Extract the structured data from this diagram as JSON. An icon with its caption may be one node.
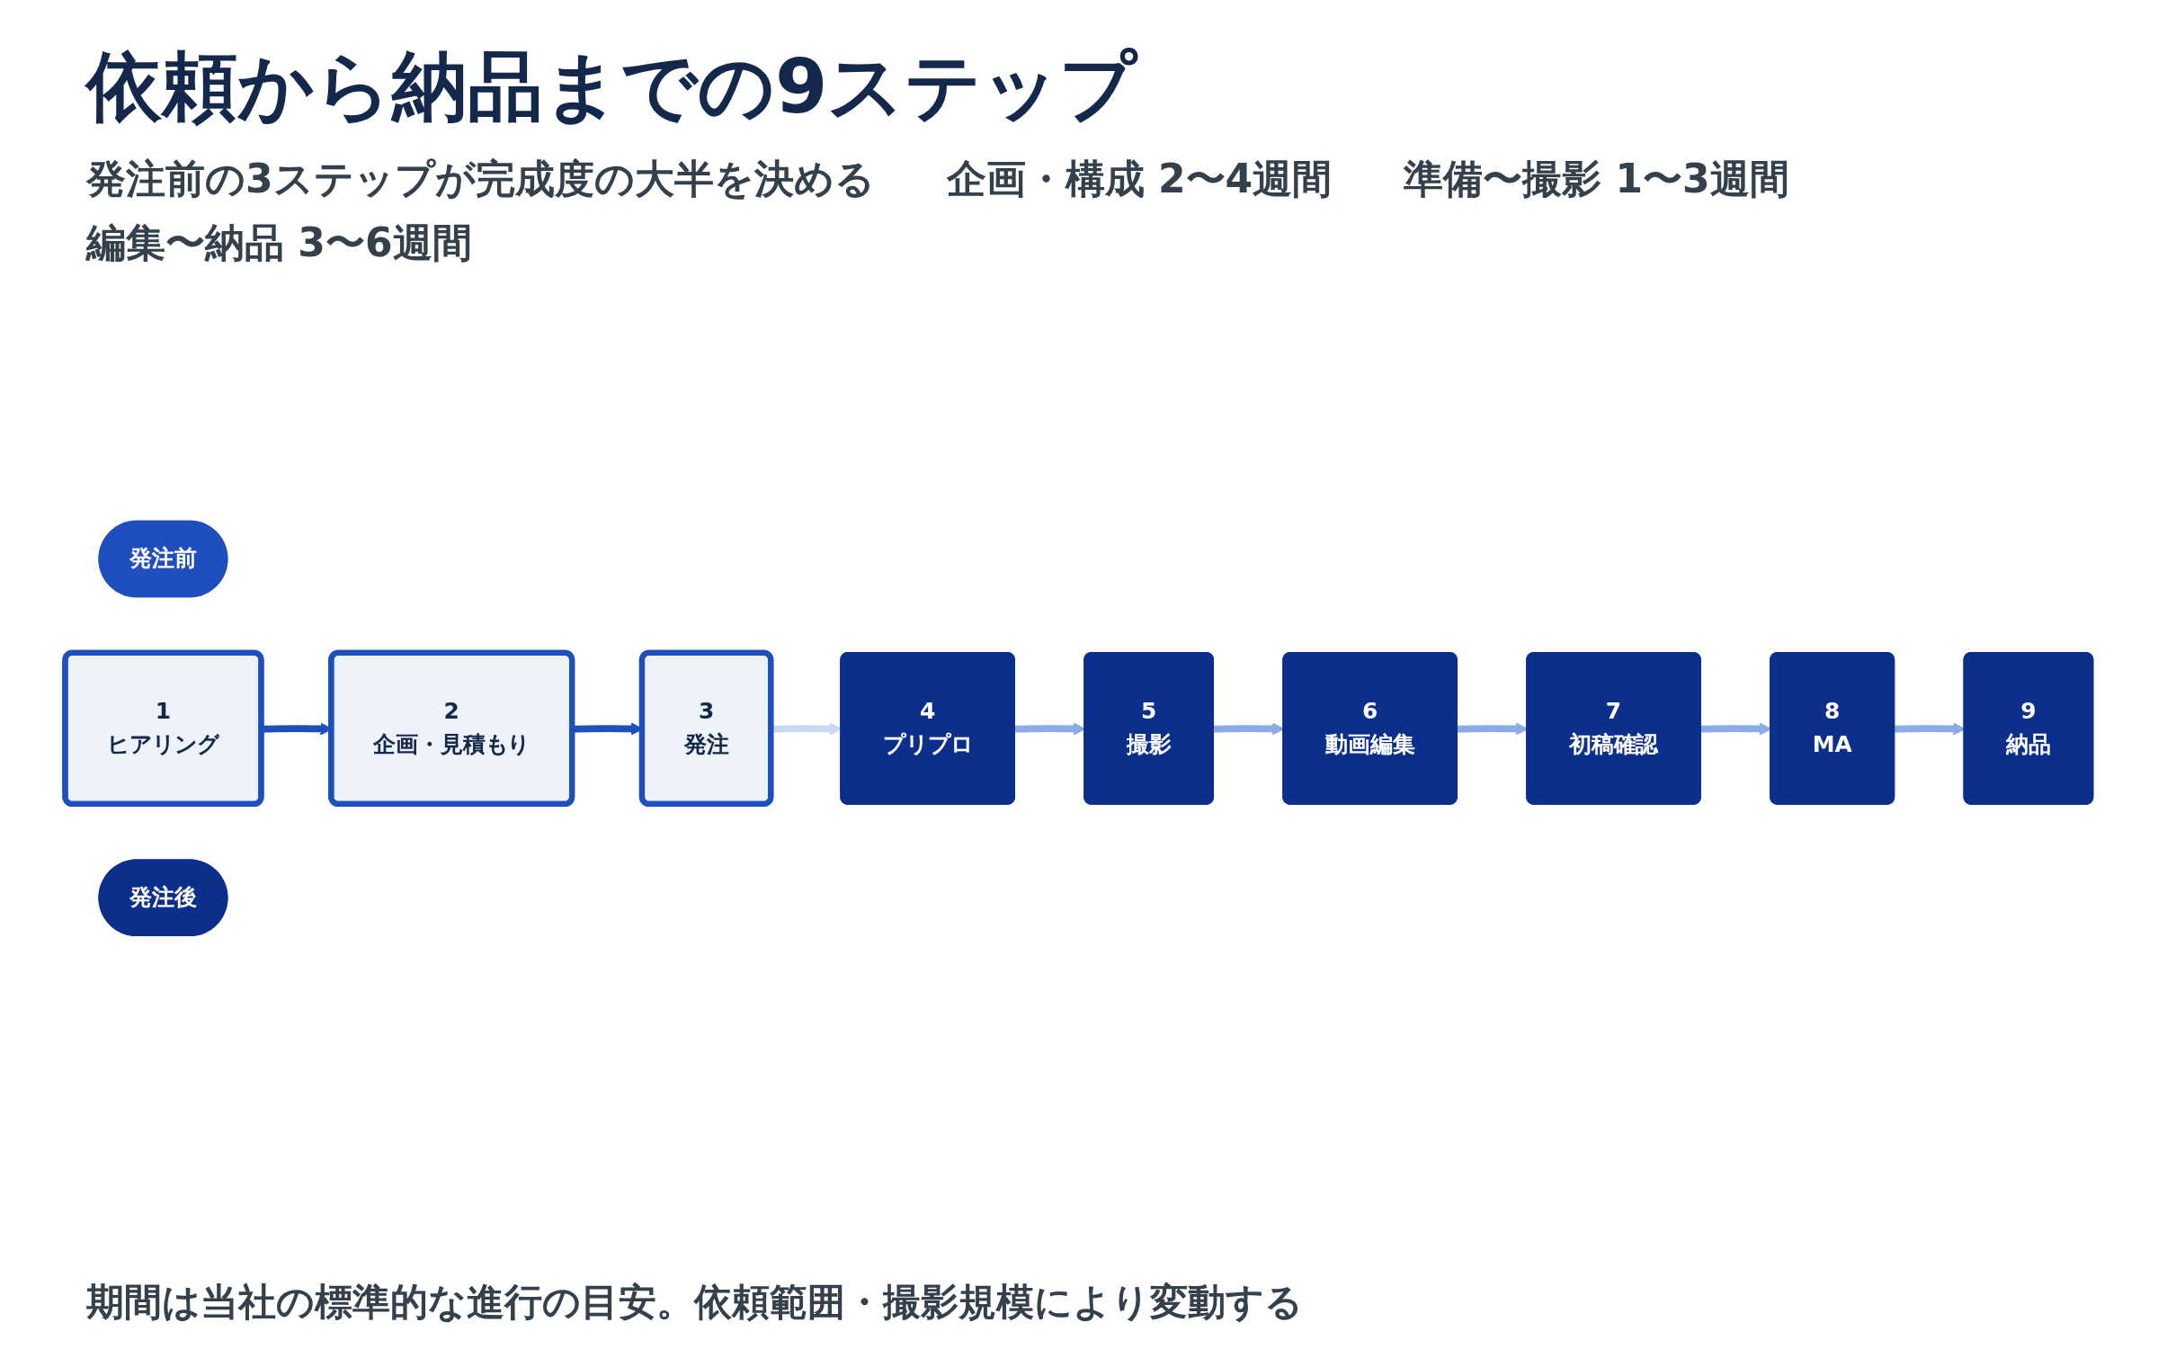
{
  "diagram": {
    "title": "依頼から納品までの9ステップ",
    "caption": "期間は当社の標準的な進行の目安。依頼範囲・撮影規模により変動する",
    "nodes": [
      {
        "text": [
          "発注前"
        ]
      },
      {
        "text": [
          "1",
          "ヒアリング"
        ]
      },
      {
        "text": [
          "2",
          "企画・見積もり"
        ]
      },
      {
        "text": [
          "3",
          "発注"
        ]
      },
      {
        "text": [
          "発注後"
        ]
      },
      {
        "text": [
          "4",
          "プリプロ"
        ]
      },
      {
        "text": [
          "5",
          "撮影"
        ]
      },
      {
        "text": [
          "6",
          "動画編集"
        ]
      },
      {
        "text": [
          "7",
          "初稿確認"
        ]
      },
      {
        "text": [
          "8",
          "MA"
        ]
      },
      {
        "text": [
          "9",
          "納品"
        ]
      }
    ],
    "edges": [
      {
        "from": 1,
        "to": 2,
        "arrow": "to",
        "color": "#1f4fbf"
      },
      {
        "from": 2,
        "to": 3,
        "arrow": "to",
        "color": "#1f4fbf"
      },
      {
        "from": 3,
        "to": 5,
        "arrow": "to",
        "color": "#c9d8f2"
      },
      {
        "from": 5,
        "to": 6,
        "arrow": "to",
        "color": "#8aaae8"
      },
      {
        "from": 6,
        "to": 7,
        "arrow": "to",
        "color": "#8aaae8"
      },
      {
        "from": 7,
        "to": 8,
        "arrow": "to",
        "color": "#8aaae8"
      },
      {
        "from": 8,
        "to": 9,
        "arrow": "to",
        "color": "#8aaae8"
      },
      {
        "from": 9,
        "to": 10,
        "arrow": "to",
        "color": "#8aaae8"
      }
    ],
    "labels": [
      "発注前の3ステップが完成度の大半を決める",
      "企画・構成 2〜4週間",
      "準備〜撮影 1〜3週間",
      "編集〜納品 3〜6週間"
    ]
  }
}
